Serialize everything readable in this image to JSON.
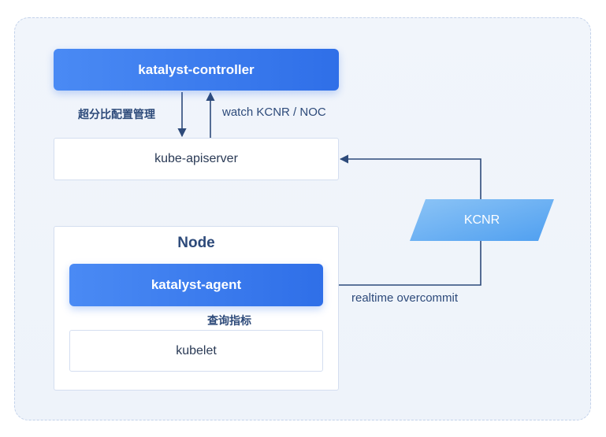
{
  "nodes": {
    "controller": "katalyst-controller",
    "apiserver": "kube-apiserver",
    "node_title": "Node",
    "agent": "katalyst-agent",
    "kubelet": "kubelet",
    "kcnr": "KCNR"
  },
  "edges": {
    "controller_to_apiserver": "超分比配置管理",
    "apiserver_to_controller": "watch KCNR / NOC",
    "kubelet_to_agent": "查询指标",
    "agent_to_kcnr": "realtime overcommit"
  },
  "colors": {
    "primary_blue": "#2f6fe8",
    "arrow": "#2d4a7a",
    "kcnr_fill": "#6fb2f2"
  }
}
